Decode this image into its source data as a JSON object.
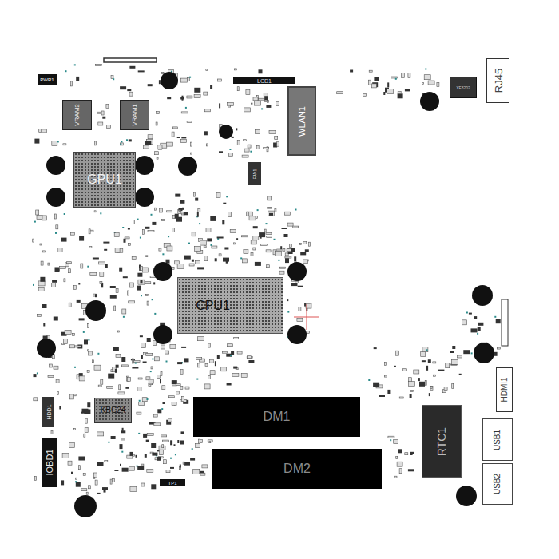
{
  "diagram": {
    "nodes": [
      {
        "text": [
          "PWR1"
        ]
      },
      {
        "text": [
          "LCD1"
        ]
      },
      {
        "text": [
          "XF3202"
        ]
      },
      {
        "text": [
          "RJ45"
        ]
      },
      {
        "text": [
          "VRAM2"
        ]
      },
      {
        "text": [
          "VRAM1"
        ]
      },
      {
        "text": [
          "WLAN1"
        ]
      },
      {
        "text": [
          "GPU1"
        ]
      },
      {
        "text": [
          "FAN1"
        ]
      },
      {
        "text": [
          "CPU1"
        ]
      },
      {
        "text": [
          "HDMI1"
        ]
      },
      {
        "text": [
          "KBC24"
        ]
      },
      {
        "text": [
          "DM1"
        ]
      },
      {
        "text": [
          "HDD1"
        ]
      },
      {
        "text": [
          "RTC1"
        ]
      },
      {
        "text": [
          "USB1"
        ]
      },
      {
        "text": [
          "IOBD1"
        ]
      },
      {
        "text": [
          "DM2"
        ]
      },
      {
        "text": [
          "USB2"
        ]
      },
      {
        "text": [
          "TP1"
        ]
      }
    ]
  }
}
